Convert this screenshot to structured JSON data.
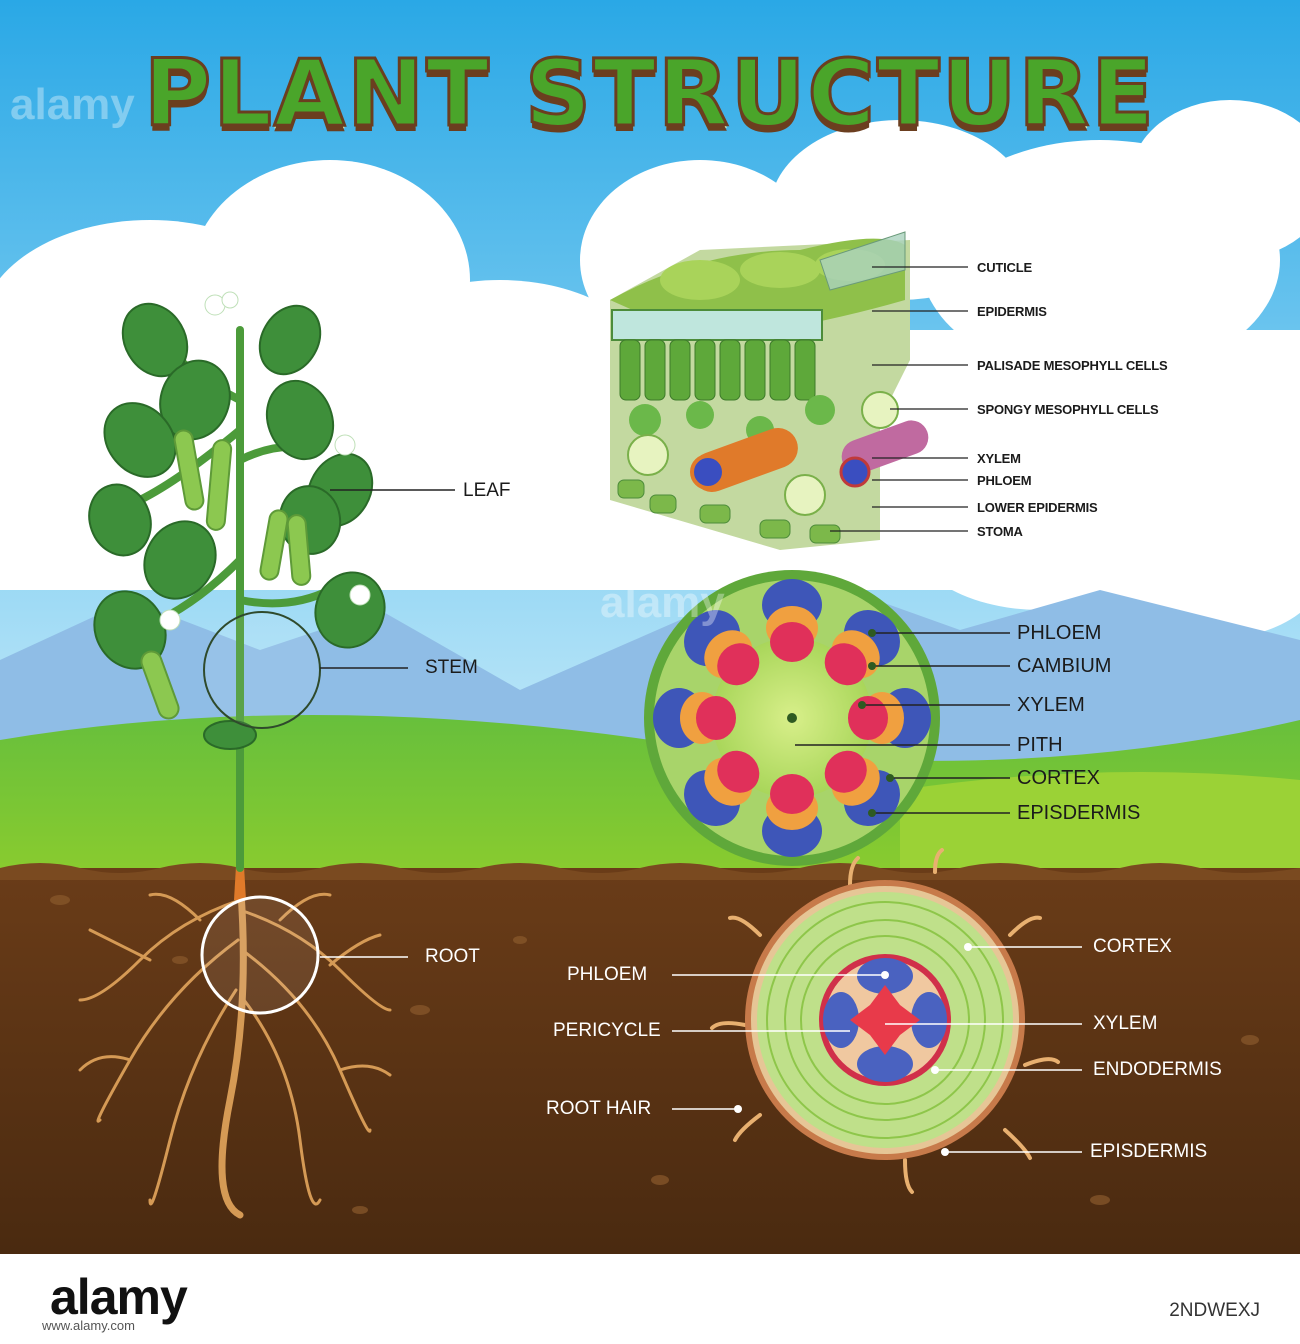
{
  "title": "PLANT STRUCTURE",
  "plant_labels": {
    "leaf": "LEAF",
    "stem": "STEM",
    "root": "ROOT"
  },
  "leaf_section": {
    "cuticle": "CUTICLE",
    "epidermis": "EPIDERMIS",
    "palisade": "PALISADE MESOPHYLL CELLS",
    "spongy": "SPONGY MESOPHYLL CELLS",
    "xylem": "XYLEM",
    "phloem": "PHLOEM",
    "lower_epidermis": "LOWER EPIDERMIS",
    "stoma": "STOMA"
  },
  "stem_section": {
    "phloem": "PHLOEM",
    "cambium": "CAMBIUM",
    "xylem": "XYLEM",
    "pith": "PITH",
    "cortex": "CORTEX",
    "epidermis": "EPISDERMIS"
  },
  "root_section": {
    "phloem": "PHLOEM",
    "pericycle": "PERICYCLE",
    "root_hair": "ROOT HAIR",
    "cortex": "CORTEX",
    "xylem": "XYLEM",
    "endodermis": "ENDODERMIS",
    "epidermis": "EPISDERMIS"
  },
  "watermark": "alamy",
  "footer": {
    "brand": "alamy",
    "image_id": "2NDWEXJ",
    "meta": "www.alamy.com"
  },
  "colors": {
    "sky_top": "#36b4ea",
    "sky_bottom": "#bfe9f8",
    "grass": "#7cc83a",
    "soil": "#5a3214",
    "title_green": "#4aa52a",
    "title_outline": "#6b3e1f"
  }
}
